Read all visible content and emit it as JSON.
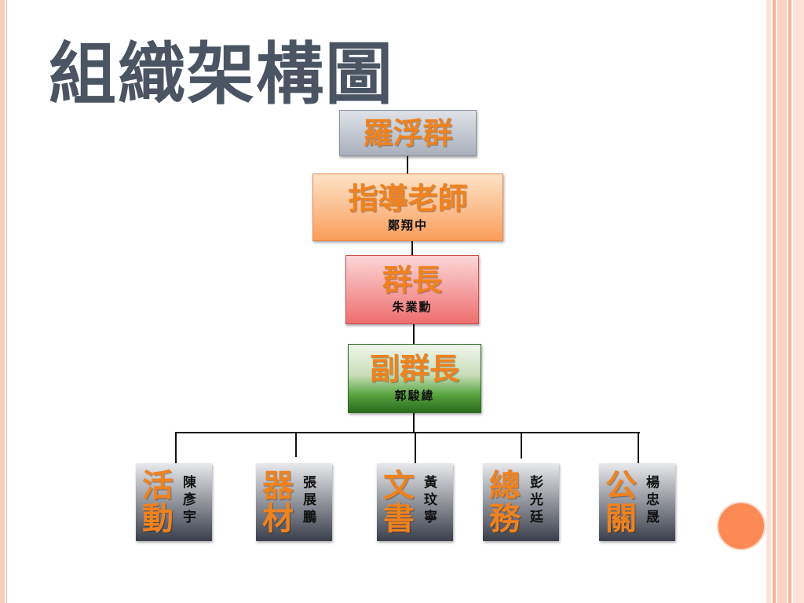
{
  "title": "組織架構圖",
  "colors": {
    "title": "#4a5462",
    "role_text": "#f0821e",
    "accent_circle": "#fb8a55",
    "border_accent": "#f9cdbd"
  },
  "org": {
    "top": {
      "role": "羅浮群"
    },
    "advisor": {
      "role": "指導老師",
      "person": "鄭翔中"
    },
    "leader": {
      "role": "群長",
      "person": "朱業勳"
    },
    "vice_leader": {
      "role": "副群長",
      "person": "郭駿緯"
    },
    "departments": [
      {
        "role": "活動",
        "person": "陳彥宇"
      },
      {
        "role": "器材",
        "person": "張展鵬"
      },
      {
        "role": "文書",
        "person": "黃玟寧"
      },
      {
        "role": "總務",
        "person": "彭光廷"
      },
      {
        "role": "公關",
        "person": "楊忠晟"
      }
    ]
  }
}
